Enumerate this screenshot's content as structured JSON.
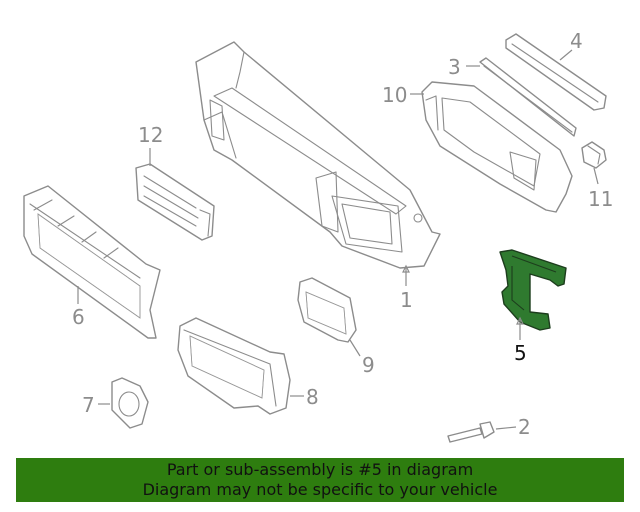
{
  "callouts": {
    "c1": "1",
    "c2": "2",
    "c3": "3",
    "c4": "4",
    "c5": "5",
    "c6": "6",
    "c7": "7",
    "c8": "8",
    "c9": "9",
    "c10": "10",
    "c11": "11",
    "c12": "12"
  },
  "highlighted_part": "5",
  "colors": {
    "highlight": "#2f7a2f",
    "banner_bg": "#2e7d0f",
    "line": "#8c8c8c"
  },
  "banner": {
    "line1": "Part or sub-assembly is #5 in diagram",
    "line2": "Diagram may not be specific to your vehicle"
  }
}
